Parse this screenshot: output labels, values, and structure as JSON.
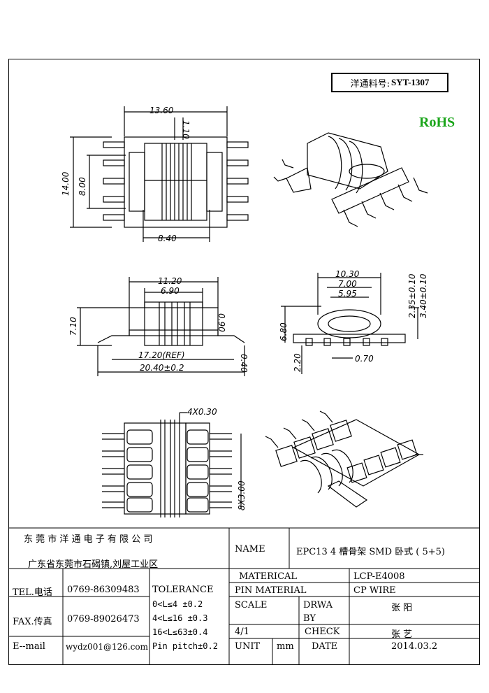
{
  "part_box": {
    "label": "洋通料号:",
    "code": "SYT-1307"
  },
  "rohs": "RoHS",
  "dims": {
    "top_width": "13.60",
    "top_gap": "1.10",
    "top_height": "14.00",
    "top_inner": "8.00",
    "top_bottom": "8.40",
    "side_w1": "11.20",
    "side_w2": "6.90",
    "side_h": "7.10",
    "side_foot": "0.90",
    "side_ref": "17.20(REF)",
    "side_total": "20.40±0.2",
    "side_thk": "0.40",
    "end_w1": "10.30",
    "end_w2": "7.00",
    "end_w3": "5.95",
    "end_h1": "2.35±0.10",
    "end_h2": "3.40±0.10",
    "end_h": "6.80",
    "end_pin": "2.20",
    "end_pinw": "0.70",
    "bot_slot": "4X0.30",
    "bot_pitch": "8X3.00"
  },
  "company": {
    "name": "东 莞 市 洋 通 电 子 有 限 公 司",
    "address": "广东省东莞市石碣镇,刘屋工业区"
  },
  "title_block": {
    "name_label": "NAME",
    "name_value": "EPC13 4 槽骨架 SMD 卧式 ( 5+5)",
    "tel_label": "TEL.电话",
    "tel_value": "0769-86309483",
    "fax_label": "FAX.传真",
    "fax_value": "0769-89026473",
    "email_label": "E--mail",
    "email_value": "wydz001@126.com",
    "tolerance_label": "TOLERANCE",
    "tol1": "0<L≤4   ±0.2",
    "tol2": "4<L≤16  ±0.3",
    "tol3": "16<L≤63±0.4",
    "tol4": "Pin pitch±0.2",
    "material_label": "MATERICAL",
    "material_value": "LCP-E4008",
    "pin_label": "PIN MATERIAL",
    "pin_value": "CP WIRE",
    "scale_label": "SCALE",
    "scale_value": "4/1",
    "drwa_label": "DRWA",
    "drwa_label2": "BY",
    "drwa_value": "张   阳",
    "check_label": "CHECK",
    "check_value": "张  艺",
    "unit_label": "UNIT",
    "unit_value": "mm",
    "date_label": "DATE",
    "date_value": "2014.03.2"
  }
}
